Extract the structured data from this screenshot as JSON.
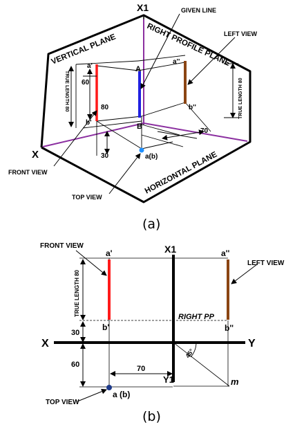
{
  "figure_a": {
    "caption": "(a)",
    "labels": {
      "x1": "X1",
      "x": "X",
      "given_line": "GIVEN LINE",
      "right_profile_plane": "RIGHT PROFILE PLANE",
      "left_view": "LEFT VIEW",
      "vertical_plane": "VERTICAL PLANE",
      "horizontal_plane": "HORIZONTAL PLANE",
      "front_view": "FRONT VIEW",
      "top_view": "TOP VIEW",
      "a_prime": "a'",
      "b_prime": "b'",
      "a_dprime": "a''",
      "b_dprime": "b''",
      "A": "A",
      "B": "B",
      "ab": "a(b)",
      "true_length_left": "TRUE LENGTH 80",
      "true_length_right": "TRUE LENGTH 80",
      "dim_60": "60",
      "dim_80": "80",
      "dim_30": "30",
      "dim_70": "70"
    },
    "colors": {
      "front_view": "#ff1a1a",
      "given_line": "#2020e0",
      "left_view": "#8b4513",
      "hinge": "#8b2fa0",
      "top_point": "#1e90ff"
    }
  },
  "figure_b": {
    "caption": "(b)",
    "labels": {
      "front_view": "FRONT VIEW",
      "left_view": "LEFT VIEW",
      "top_view": "TOP VIEW",
      "x1": "X1",
      "y1": "Y1",
      "x": "X",
      "y": "Y",
      "a_prime": "a'",
      "b_prime": "b'",
      "a_dprime": "a''",
      "b_dprime": "b''",
      "ab": "a (b)",
      "right_pp": "RIGHT  PP",
      "m": "m",
      "true_length": "TRUE LENGTH 80",
      "dim_30": "30",
      "dim_60": "60",
      "dim_70": "70",
      "angle": "45°"
    },
    "colors": {
      "front_view": "#ff1a1a",
      "left_view": "#8b4513",
      "top_point": "#1e3a8a"
    }
  }
}
